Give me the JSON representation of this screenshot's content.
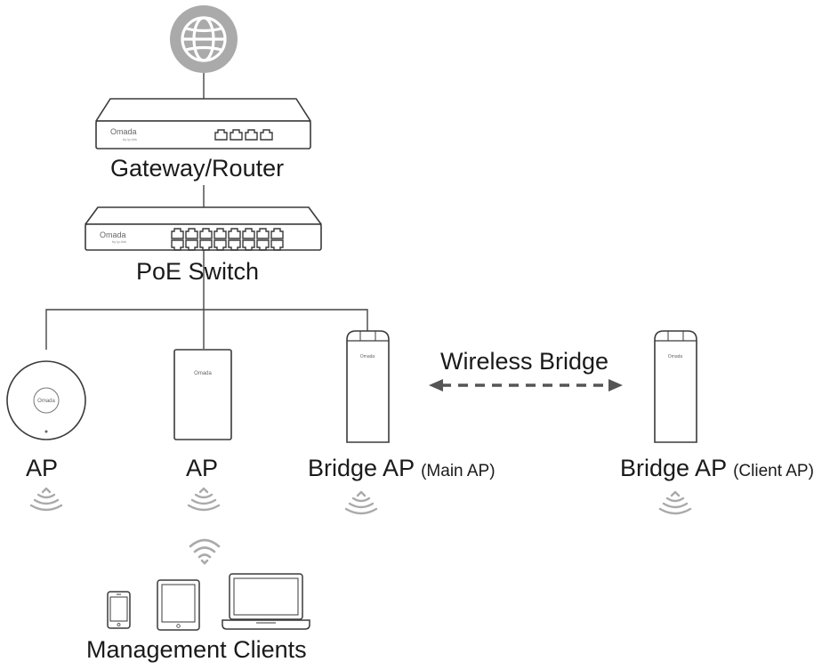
{
  "labels": {
    "gateway": "Gateway/Router",
    "switch": "PoE Switch",
    "ap_ceiling": "AP",
    "ap_wall": "AP",
    "bridge_main": "Bridge AP",
    "bridge_main_sub": "(Main AP)",
    "bridge_client": "Bridge AP",
    "bridge_client_sub": "(Client AP)",
    "wireless_bridge": "Wireless Bridge",
    "clients": "Management Clients"
  },
  "brand": {
    "name": "Omada",
    "tagline": "by tp-link"
  },
  "colors": {
    "line": "#444444",
    "device_stroke": "#3a3a3a",
    "signal": "#aaaaaa",
    "dash": "#555555"
  },
  "icons": [
    "globe-icon",
    "router-device",
    "switch-device",
    "ceiling-ap-device",
    "wall-ap-device",
    "bridge-ap-device",
    "wifi-signal-icon",
    "phone-icon",
    "tablet-icon",
    "laptop-icon"
  ]
}
